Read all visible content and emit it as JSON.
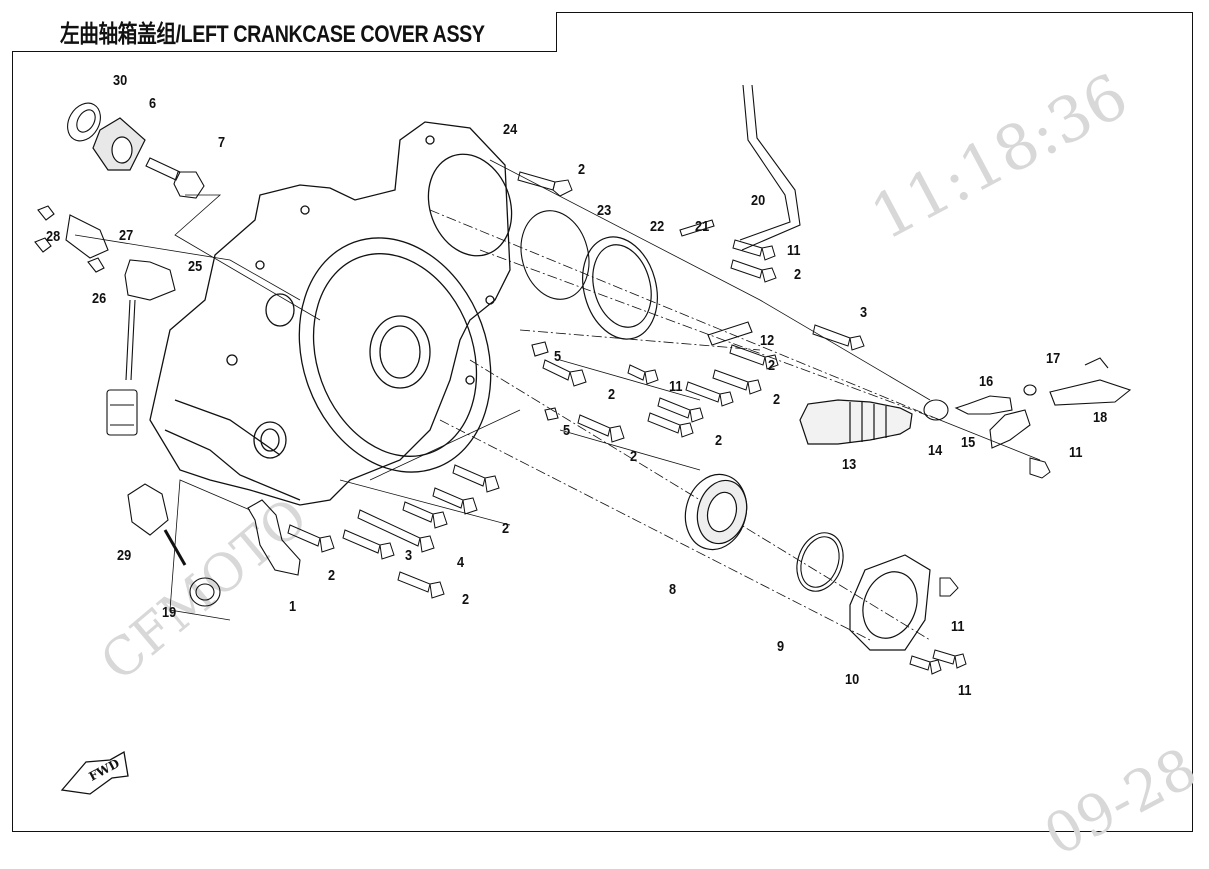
{
  "title": "左曲轴箱盖组/LEFT CRANKCASE COVER ASSY",
  "watermarks": {
    "time": "11:18:36",
    "brand": "CFMOTO",
    "date": "09-28"
  },
  "fwd_label": "FWD",
  "callouts": [
    {
      "label": "30"
    },
    {
      "label": "6"
    },
    {
      "label": "7"
    },
    {
      "label": "24"
    },
    {
      "label": "2"
    },
    {
      "label": "23"
    },
    {
      "label": "22"
    },
    {
      "label": "21"
    },
    {
      "label": "20"
    },
    {
      "label": "11"
    },
    {
      "label": "2"
    },
    {
      "label": "3"
    },
    {
      "label": "28"
    },
    {
      "label": "27"
    },
    {
      "label": "25"
    },
    {
      "label": "26"
    },
    {
      "label": "12"
    },
    {
      "label": "5"
    },
    {
      "label": "2"
    },
    {
      "label": "11"
    },
    {
      "label": "2"
    },
    {
      "label": "2"
    },
    {
      "label": "5"
    },
    {
      "label": "2"
    },
    {
      "label": "2"
    },
    {
      "label": "17"
    },
    {
      "label": "16"
    },
    {
      "label": "18"
    },
    {
      "label": "15"
    },
    {
      "label": "13"
    },
    {
      "label": "14"
    },
    {
      "label": "11"
    },
    {
      "label": "2"
    },
    {
      "label": "2"
    },
    {
      "label": "3"
    },
    {
      "label": "4"
    },
    {
      "label": "2"
    },
    {
      "label": "29"
    },
    {
      "label": "19"
    },
    {
      "label": "1"
    },
    {
      "label": "8"
    },
    {
      "label": "9"
    },
    {
      "label": "11"
    },
    {
      "label": "10"
    },
    {
      "label": "11"
    }
  ]
}
